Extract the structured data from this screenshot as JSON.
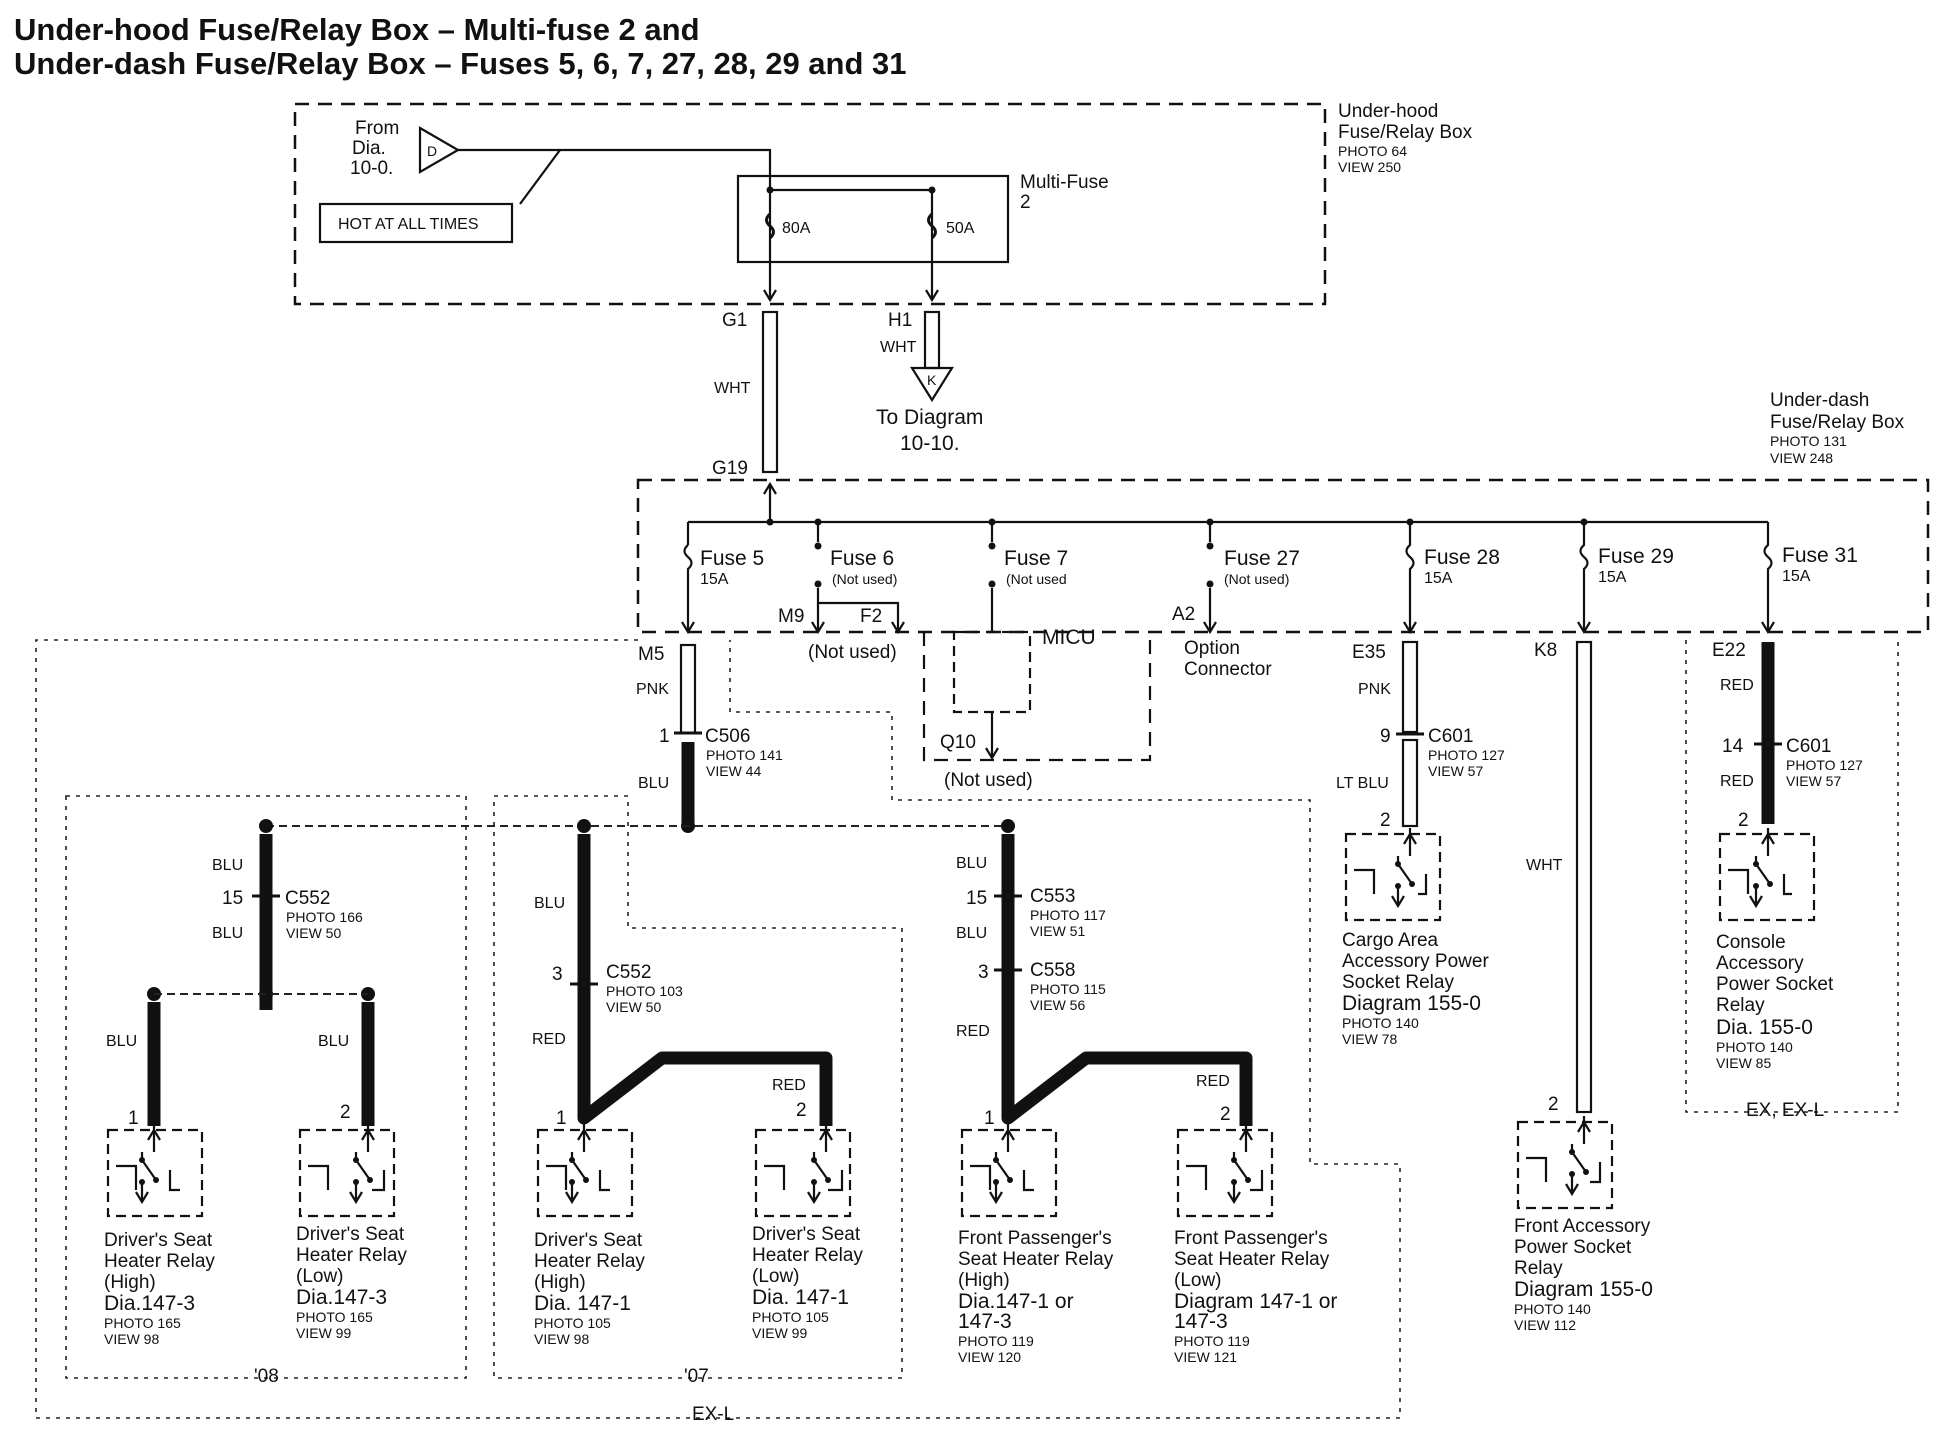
{
  "title": {
    "line1": "Under-hood Fuse/Relay Box – Multi-fuse 2 and",
    "line2": "Under-dash Fuse/Relay Box – Fuses 5, 6, 7, 27, 28, 29 and 31"
  },
  "underhood": {
    "name1": "Under-hood",
    "name2": "Fuse/Relay Box",
    "photo": "PHOTO 64",
    "view": "VIEW 250",
    "from1": "From",
    "from2": "Dia.",
    "from3": "10-0.",
    "from_tag": "D",
    "hot": "HOT AT ALL TIMES",
    "multifuse1": "Multi-Fuse",
    "multifuse2": "2",
    "fuse_a": "80A",
    "fuse_b": "50A",
    "pin_g1": "G1",
    "pin_h1": "H1",
    "wire_g": "WHT",
    "wire_h": "WHT",
    "to_tag": "K",
    "to1": "To Diagram",
    "to2": "10-10."
  },
  "underdash": {
    "name1": "Under-dash",
    "name2": "Fuse/Relay Box",
    "photo": "PHOTO 131",
    "view": "VIEW 248",
    "pin_g19": "G19",
    "fuse5": "Fuse 5",
    "fuse5_amp": "15A",
    "fuse6": "Fuse 6",
    "fuse6_note": "(Not used)",
    "fuse7": "Fuse 7",
    "fuse7_note": "(Not used",
    "fuse27": "Fuse 27",
    "fuse27_note": "(Not used)",
    "fuse28": "Fuse 28",
    "fuse28_amp": "15A",
    "fuse29": "Fuse 29",
    "fuse29_amp": "15A",
    "fuse31": "Fuse 31",
    "fuse31_amp": "15A",
    "pin_m9": "M9",
    "pin_f2": "F2",
    "m9_note": "(Not used)",
    "micu": "MICU",
    "pin_q10": "Q10",
    "q10_note": "(Not used)",
    "pin_a2": "A2",
    "option1": "Option",
    "option2": "Connector",
    "pin_m5": "M5",
    "pin_e35": "E35",
    "pin_k8": "K8",
    "pin_e22": "E22"
  },
  "connectors": {
    "m5_wire": "PNK",
    "c506_pin": "1",
    "c506": "C506",
    "c506_photo": "PHOTO 141",
    "c506_view": "VIEW 44",
    "c506_wire": "BLU",
    "e35_wire": "PNK",
    "c601a_pin": "9",
    "c601a": "C601",
    "c601a_photo": "PHOTO 127",
    "c601a_view": "VIEW 57",
    "c601a_wire": "LT BLU",
    "k8_wire": "WHT",
    "e22_wire": "RED",
    "c601b_pin": "14",
    "c601b": "C601",
    "c601b_photo": "PHOTO 127",
    "c601b_view": "VIEW 57",
    "c601b_wire": "RED"
  },
  "group08": {
    "wire_top": "BLU",
    "c552_pin": "15",
    "c552": "C552",
    "c552_photo": "PHOTO 166",
    "c552_view": "VIEW 50",
    "wire_mid": "BLU",
    "wire_l": "BLU",
    "wire_r": "BLU",
    "pin_l": "1",
    "pin_r": "2",
    "relay_l": [
      "Driver's Seat",
      "Heater Relay",
      "(High)",
      "Dia.147-3"
    ],
    "relay_l_photo": "PHOTO 165",
    "relay_l_view": "VIEW 98",
    "relay_r": [
      "Driver's Seat",
      "Heater Relay",
      "(Low)",
      "Dia.147-3"
    ],
    "relay_r_photo": "PHOTO 165",
    "relay_r_view": "VIEW 99",
    "label": "'08"
  },
  "group07": {
    "wire_top": "BLU",
    "c552_pin": "3",
    "c552": "C552",
    "c552_photo": "PHOTO 103",
    "c552_view": "VIEW 50",
    "wire_red_l": "RED",
    "wire_red_r": "RED",
    "pin_l": "1",
    "pin_r": "2",
    "relay_l": [
      "Driver's Seat",
      "Heater Relay",
      "(High)",
      "Dia. 147-1"
    ],
    "relay_l_photo": "PHOTO 105",
    "relay_l_view": "VIEW 98",
    "relay_r": [
      "Driver's Seat",
      "Heater Relay",
      "(Low)",
      "Dia. 147-1"
    ],
    "relay_r_photo": "PHOTO 105",
    "relay_r_view": "VIEW 99",
    "label": "'07"
  },
  "passenger": {
    "wire_top": "BLU",
    "c553_pin": "15",
    "c553": "C553",
    "c553_photo": "PHOTO 117",
    "c553_view": "VIEW 51",
    "wire_mid": "BLU",
    "c558_pin": "3",
    "c558": "C558",
    "c558_photo": "PHOTO 115",
    "c558_view": "VIEW 56",
    "wire_red_l": "RED",
    "wire_red_r": "RED",
    "pin_l": "1",
    "pin_r": "2",
    "relay_l": [
      "Front Passenger's",
      "Seat Heater Relay",
      "(High)",
      "Dia.147-1 or",
      "147-3"
    ],
    "relay_l_photo": "PHOTO 119",
    "relay_l_view": "VIEW 120",
    "relay_r": [
      "Front Passenger's",
      "Seat Heater Relay",
      "(Low)",
      "Diagram 147-1 or",
      "147-3"
    ],
    "relay_r_photo": "PHOTO 119",
    "relay_r_view": "VIEW 121",
    "label": "EX-L"
  },
  "cargo": {
    "pin": "2",
    "name": [
      "Cargo Area",
      "Accessory Power",
      "Socket Relay",
      "Diagram 155-0"
    ],
    "photo": "PHOTO 140",
    "view": "VIEW 78"
  },
  "front_acc": {
    "pin": "2",
    "name": [
      "Front Accessory",
      "Power Socket",
      "Relay",
      "Diagram 155-0"
    ],
    "photo": "PHOTO 140",
    "view": "VIEW 112"
  },
  "console": {
    "pin": "2",
    "name": [
      "Console",
      "Accessory",
      "Power Socket",
      "Relay",
      "Dia. 155-0"
    ],
    "photo": "PHOTO 140",
    "view": "VIEW 85",
    "label": "EX, EX-L"
  }
}
